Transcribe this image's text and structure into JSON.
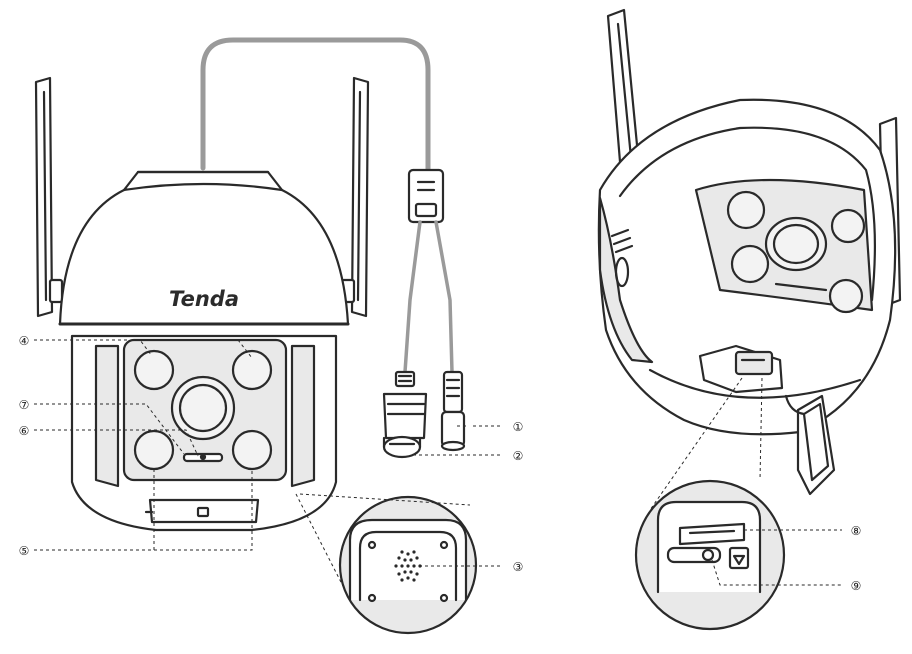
{
  "brand": {
    "logo_text": "Tenda"
  },
  "callouts": [
    {
      "id": "c1",
      "label": "①"
    },
    {
      "id": "c2",
      "label": "②"
    },
    {
      "id": "c3",
      "label": "③"
    },
    {
      "id": "c4",
      "label": "④"
    },
    {
      "id": "c5",
      "label": "⑤"
    },
    {
      "id": "c6",
      "label": "⑥"
    },
    {
      "id": "c7",
      "label": "⑦"
    },
    {
      "id": "c8",
      "label": "⑧"
    },
    {
      "id": "c9",
      "label": "⑨"
    }
  ],
  "colors": {
    "outline": "#2a2a2a",
    "cable": "#9a9a9a",
    "panel_fill": "#e9e9e9",
    "light_fill": "#f3f3f3"
  }
}
